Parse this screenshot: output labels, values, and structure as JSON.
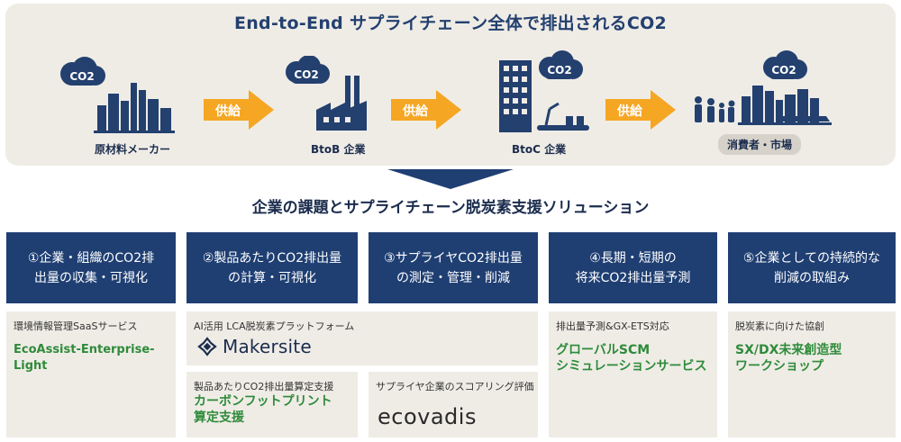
{
  "header": {
    "title": "End-to-End サプライチェーン全体で排出されるCO2"
  },
  "supply_chain": {
    "co2_label": "CO2",
    "stages": [
      {
        "label": "原材料メーカー"
      },
      {
        "label": "BtoB 企業"
      },
      {
        "label": "BtoC 企業"
      },
      {
        "label": "消費者・市場"
      }
    ],
    "arrow_label": "供給"
  },
  "subtitle": "企業の課題とサプライチェーン脱炭素支援ソリューション",
  "issues": [
    {
      "line1": "①企業・組織のCO2排",
      "line2": "出量の収集・可視化"
    },
    {
      "line1": "②製品あたりCO2排出量",
      "line2": "の計算・可視化"
    },
    {
      "line1": "③サプライヤCO2排出量",
      "line2": "の測定・管理・削減"
    },
    {
      "line1": "④長期・短期の",
      "line2": "将来CO2排出量予測"
    },
    {
      "line1": "⑤企業としての持続的な",
      "line2": "削減の取組み"
    }
  ],
  "solutions": {
    "saas": {
      "category": "環境情報管理SaaSサービス",
      "name": "EcoAssist-Enterprise-Light"
    },
    "lca": {
      "category": "AI活用 LCA脱炭素プラットフォーム",
      "logo_text": "Makersite"
    },
    "footprint": {
      "category": "製品あたりCO2排出量算定支援",
      "name_line1": "カーボンフットプリント",
      "name_line2": "算定支援"
    },
    "scoring": {
      "category": "サプライヤ企業のスコアリング評価",
      "logo_text": "ecovadis"
    },
    "scm": {
      "category": "排出量予測&GX-ETS対応",
      "name_line1": "グローバルSCM",
      "name_line2": "シミュレーションサービス"
    },
    "workshop": {
      "category": "脱炭素に向けた協創",
      "name_line1": "SX/DX未来創造型",
      "name_line2": "ワークショップ"
    }
  },
  "colors": {
    "navy": "#1f3f73",
    "panel": "#efece6",
    "arrow_orange": "#f5a623",
    "solution_green": "#2e8b3a"
  }
}
